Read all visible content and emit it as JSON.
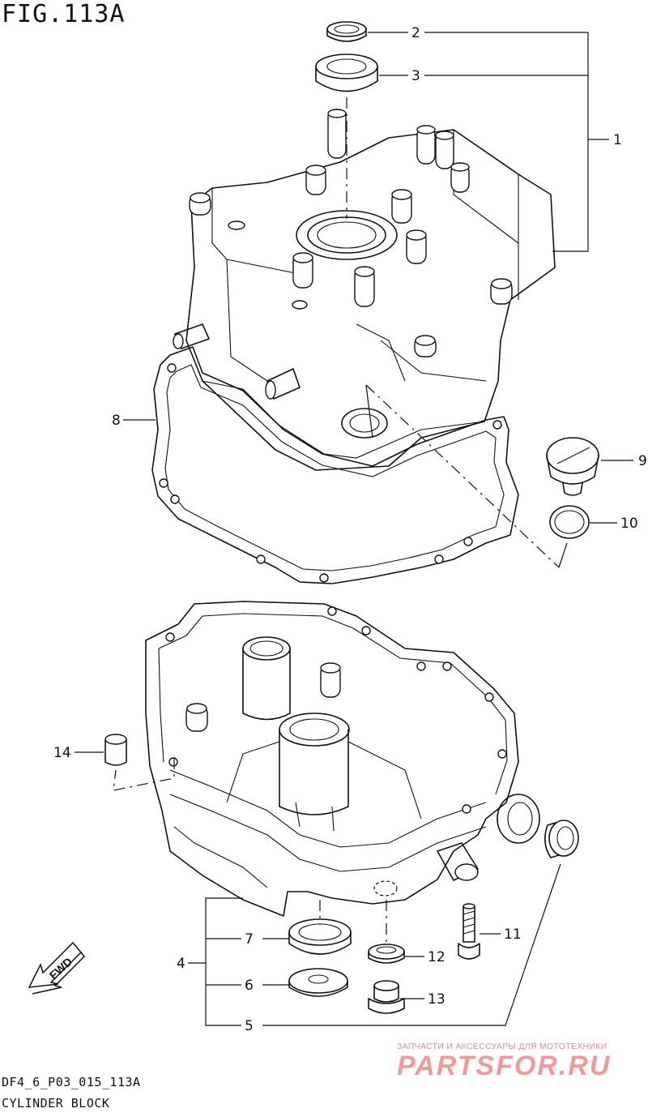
{
  "figure": {
    "title": "FIG.113A",
    "code": "DF4_6_P03_015_113A",
    "name": "CYLINDER BLOCK"
  },
  "callouts": [
    "1",
    "2",
    "3",
    "4",
    "5",
    "6",
    "7",
    "8",
    "9",
    "10",
    "11",
    "12",
    "13",
    "14"
  ],
  "fwd_label": "FWD",
  "watermark": {
    "subtitle": "ЗАПЧАСТИ И АКСЕССУАРЫ ДЛЯ МОТОТЕХНИКИ",
    "logo": "PARTSFOR.RU"
  },
  "colors": {
    "line": "#111111",
    "watermark": "#f29a9a"
  }
}
